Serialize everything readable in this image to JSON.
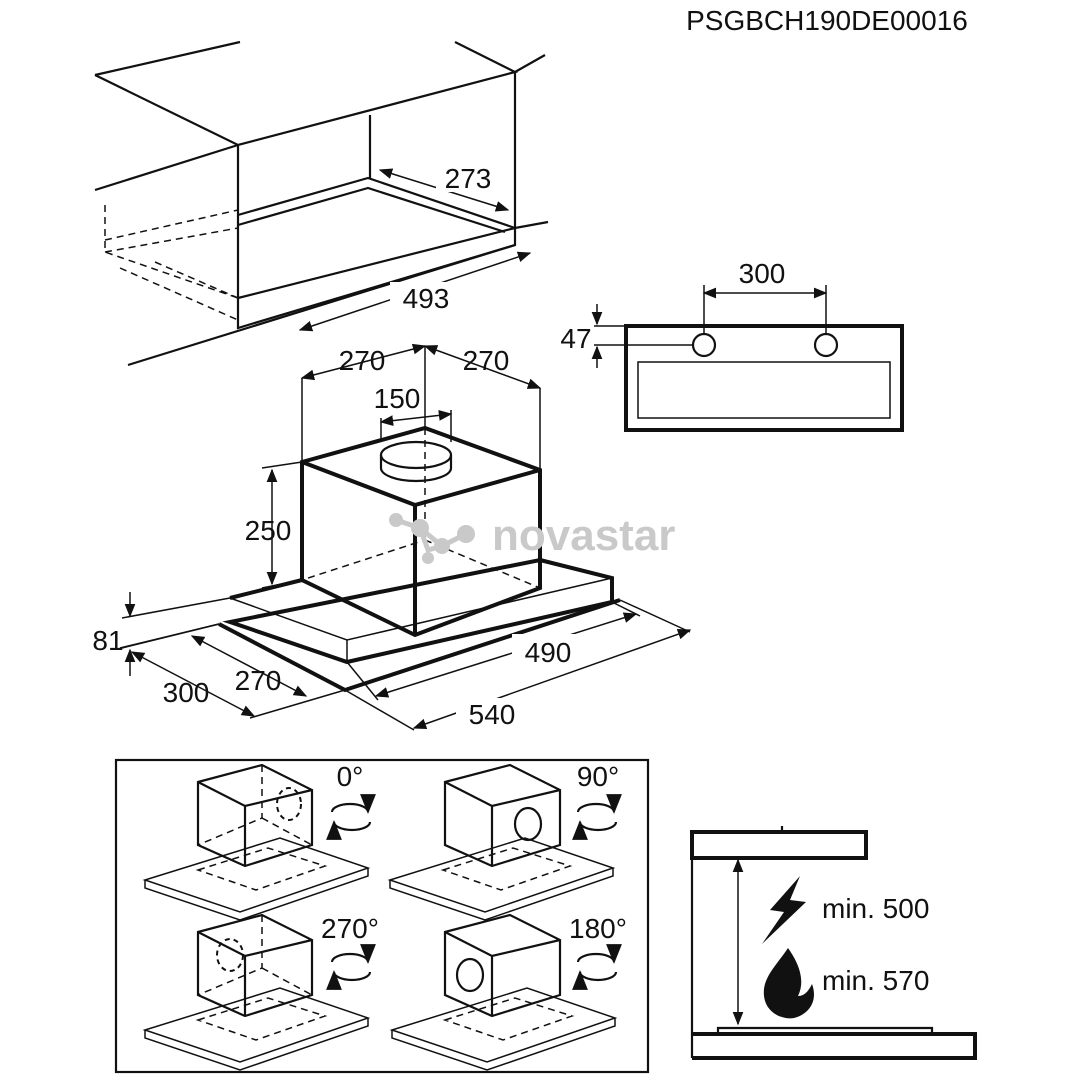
{
  "header": {
    "code": "PSGBCH190DE00016"
  },
  "cabinet": {
    "depth": "273",
    "width": "493"
  },
  "backplate": {
    "hole_spacing": "300",
    "hole_offset": "47"
  },
  "hood": {
    "half_left": "270",
    "half_right": "270",
    "duct": "150",
    "height": "250",
    "base_height": "81",
    "depth_outer": "300",
    "depth_inner": "270",
    "width_inner": "490",
    "width_outer": "540"
  },
  "rotations": [
    "0°",
    "90°",
    "270°",
    "180°"
  ],
  "clearance": {
    "electric": "min. 500",
    "gas": "min. 570",
    "icons": [
      "lightning-icon",
      "flame-icon"
    ]
  },
  "watermark": "novastar"
}
